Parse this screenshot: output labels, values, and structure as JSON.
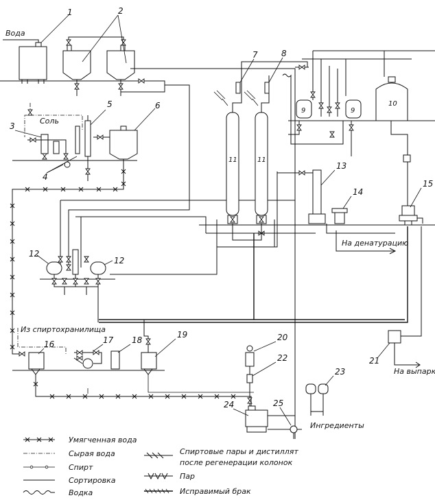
{
  "labels": {
    "voda": "Вода",
    "sol": "Соль",
    "na_denaturaciyu": "На денатурацию",
    "iz_spirtohranilishcha": "Из спиртохранилища",
    "na_vypusku": "На выпарку",
    "ingredienty": "Ингредиенты"
  },
  "equipment_numbers": {
    "n1": "1",
    "n2": "2",
    "n3": "3",
    "n4": "4",
    "n5": "5",
    "n6": "6",
    "n7": "7",
    "n8": "8",
    "n9": "9",
    "n10": "10",
    "n11": "11",
    "n12": "12",
    "n13": "13",
    "n14": "14",
    "n15": "15",
    "n16": "16",
    "n17": "17",
    "n18": "18",
    "n19": "19",
    "n20": "20",
    "n21": "21",
    "n22": "22",
    "n23": "23",
    "n24": "24",
    "n25": "25"
  },
  "legend": {
    "softened_water": "Умягченная вода",
    "raw_water": "Сырая вода",
    "spirit": "Спирт",
    "sortirovka": "Сортировка",
    "vodka": "Водка",
    "spirit_vapors_line1": "Спиртовые пары и дистиллят",
    "spirit_vapors_line2": "после регенерации колонок",
    "steam": "Пар",
    "reject": "Исправимый брак"
  }
}
